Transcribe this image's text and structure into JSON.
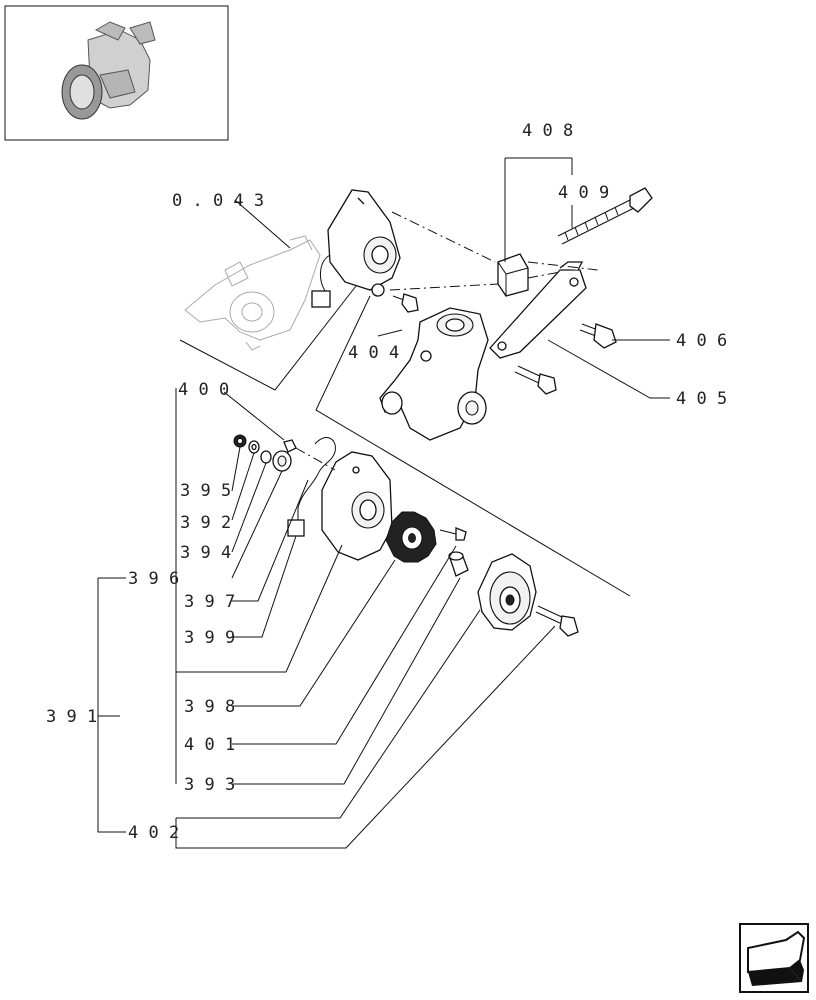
{
  "labels": {
    "ref_0043": "0 . 0 4 3",
    "p408": "4 0 8",
    "p409": "4 0 9",
    "p406": "4 0 6",
    "p405": "4 0 5",
    "p404": "4 0 4",
    "p400": "4 0 0",
    "p395": "3 9 5",
    "p392": "3 9 2",
    "p394": "3 9 4",
    "p396": "3 9 6",
    "p397": "3 9 7",
    "p399": "3 9 9",
    "p391": "3 9 1",
    "p398": "3 9 8",
    "p401": "4 0 1",
    "p393": "3 9 3",
    "p402": "4 0 2"
  },
  "icons": {
    "thumbnail": "engine-thumbnail-icon",
    "nav": "next-page-arrow-icon"
  },
  "colors": {
    "line": "#111111",
    "ghost": "#aaaaaa",
    "background": "#ffffff"
  }
}
